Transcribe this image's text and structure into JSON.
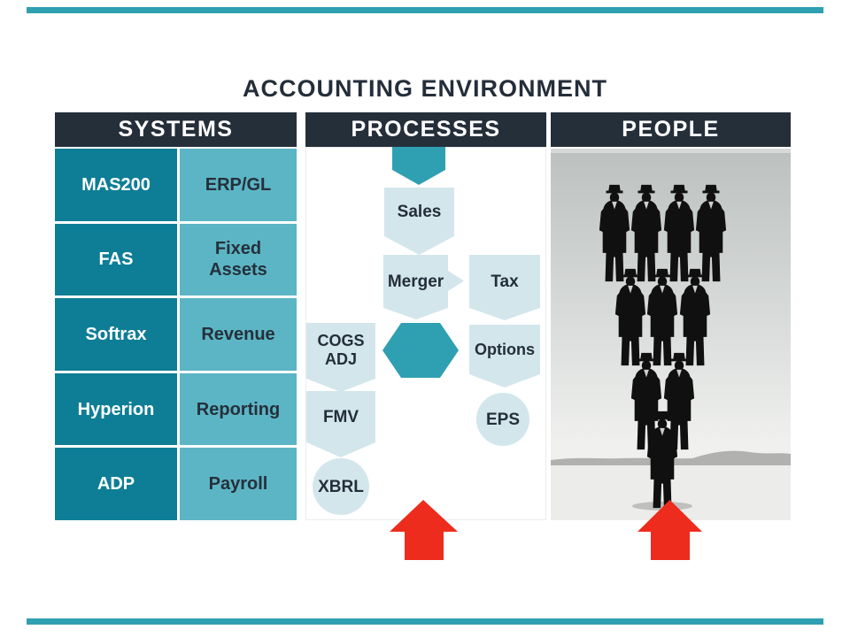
{
  "slide": {
    "title": "ACCOUNTING ENVIRONMENT"
  },
  "systems": {
    "header": "SYSTEMS",
    "rows": [
      {
        "system": "MAS200",
        "function": "ERP/GL"
      },
      {
        "system": "FAS",
        "function": "Fixed Assets"
      },
      {
        "system": "Softrax",
        "function": "Revenue"
      },
      {
        "system": "Hyperion",
        "function": "Reporting"
      },
      {
        "system": "ADP",
        "function": "Payroll"
      }
    ]
  },
  "processes": {
    "header": "PROCESSES",
    "flow": {
      "sales": "Sales",
      "merger": "Merger",
      "tax": "Tax",
      "cogs_adj": "COGS ADJ",
      "options": "Options",
      "fmv": "FMV",
      "eps": "EPS",
      "xbrl": "XBRL"
    }
  },
  "people": {
    "header": "PEOPLE",
    "image_description": "human pyramid of businessmen in suits and hats (4-3-2-1) standing on one man in a desert landscape"
  },
  "icons": {
    "flow_start": "down-pentagon-icon",
    "hub": "hexagon-icon",
    "up_arrows": "up-arrow-icon"
  },
  "colors": {
    "accent_teal": "#2f9fb2",
    "header_navy": "#252f3a",
    "title_navy": "#242e3a",
    "system_cell_teal": "#0e7e96",
    "function_cell_teal": "#5cb5c5",
    "shape_light_blue": "#d3e6ec",
    "arrow_red": "#ee2c1d",
    "photo_gray": "#c3c6c5"
  }
}
